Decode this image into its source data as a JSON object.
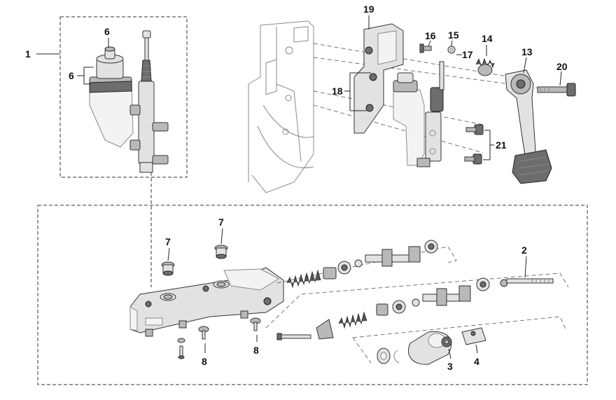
{
  "callouts": {
    "c1": "1",
    "c6a": "6",
    "c6b": "6",
    "c19": "19",
    "c16": "16",
    "c15": "15",
    "c17": "17",
    "c14": "14",
    "c13": "13",
    "c20": "20",
    "c18": "18",
    "c21": "21",
    "c7a": "7",
    "c7b": "7",
    "c2": "2",
    "c8a": "8",
    "c8b": "8",
    "c3": "3",
    "c4": "4"
  },
  "colors": {
    "line": "#222222",
    "part_light": "#e2e2e2",
    "part_mid": "#b9b9b9",
    "part_dark": "#6d6d6d"
  }
}
